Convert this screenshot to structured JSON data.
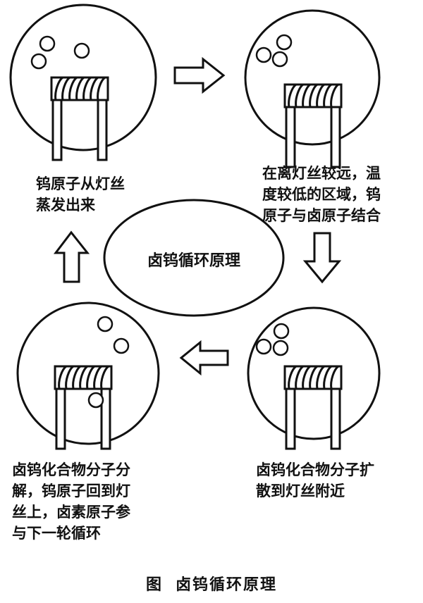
{
  "center": {
    "title": "卤钨循环原理"
  },
  "steps": [
    {
      "lines": [
        "钨原子从灯丝",
        "蒸发出来"
      ]
    },
    {
      "lines": [
        "在离灯丝较远，温",
        "度较低的区域，钨",
        "原子与卤原子结合"
      ]
    },
    {
      "lines": [
        "卤钨化合物分子扩",
        "散到灯丝附近"
      ]
    },
    {
      "lines": [
        "卤钨化合物分子分",
        "解，钨原子回到灯",
        "丝上，卤素原子参",
        "与下一轮循环"
      ]
    }
  ],
  "caption": {
    "figure_tag": "图",
    "title": "卤钨循环原理"
  },
  "colors": {
    "ink": "#111111",
    "background": "#ffffff"
  }
}
